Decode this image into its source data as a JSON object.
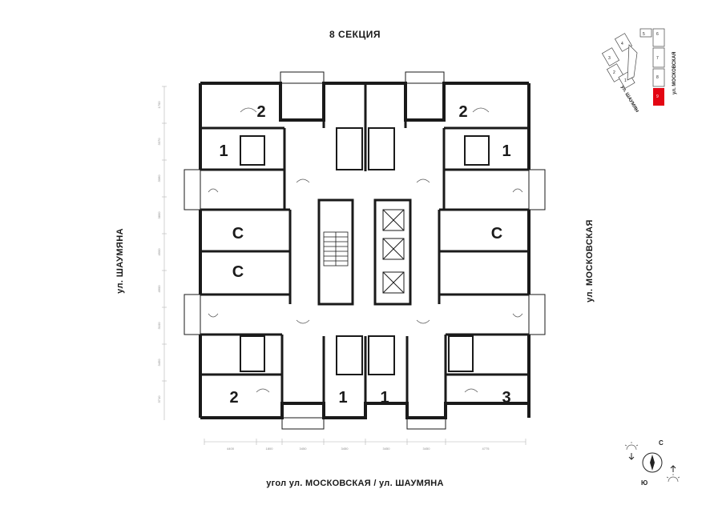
{
  "section_title": "8 СЕКЦИЯ",
  "bottom_title": "угол ул. МОСКОВСКАЯ / ул. ШАУМЯНА",
  "streets": {
    "left": "ул. ШАУМЯНА",
    "right": "ул. МОСКОВСКАЯ"
  },
  "apartments": [
    {
      "id": "nw-top",
      "label": "2"
    },
    {
      "id": "nw-mid",
      "label": "1"
    },
    {
      "id": "w-upper",
      "label": "С"
    },
    {
      "id": "w-lower",
      "label": "С"
    },
    {
      "id": "sw-bottom",
      "label": "2"
    },
    {
      "id": "s-left",
      "label": "1"
    },
    {
      "id": "s-right",
      "label": "1"
    },
    {
      "id": "se-bottom",
      "label": "3"
    },
    {
      "id": "e-upper",
      "label": "С"
    },
    {
      "id": "ne-mid",
      "label": "1"
    },
    {
      "id": "ne-top",
      "label": "2"
    }
  ],
  "dimensions_bottom": [
    "4400",
    "1800",
    "3450",
    "3450",
    "3450",
    "3450",
    "4775"
  ],
  "dimensions_left": [
    "1700",
    "3370",
    "3060",
    "3800",
    "4900",
    "4900",
    "3100",
    "3450",
    "3710"
  ],
  "key_plan": {
    "street_left": "ул. ШАУМЯНА",
    "street_right": "ул. МОСКОВСКАЯ",
    "section_numbers": [
      "5",
      "6",
      "4",
      "3",
      "2",
      "1",
      "7",
      "8",
      "9"
    ],
    "highlighted": "9",
    "highlight_color": "#e30613"
  },
  "compass": {
    "north": "С",
    "south": "Ю"
  }
}
